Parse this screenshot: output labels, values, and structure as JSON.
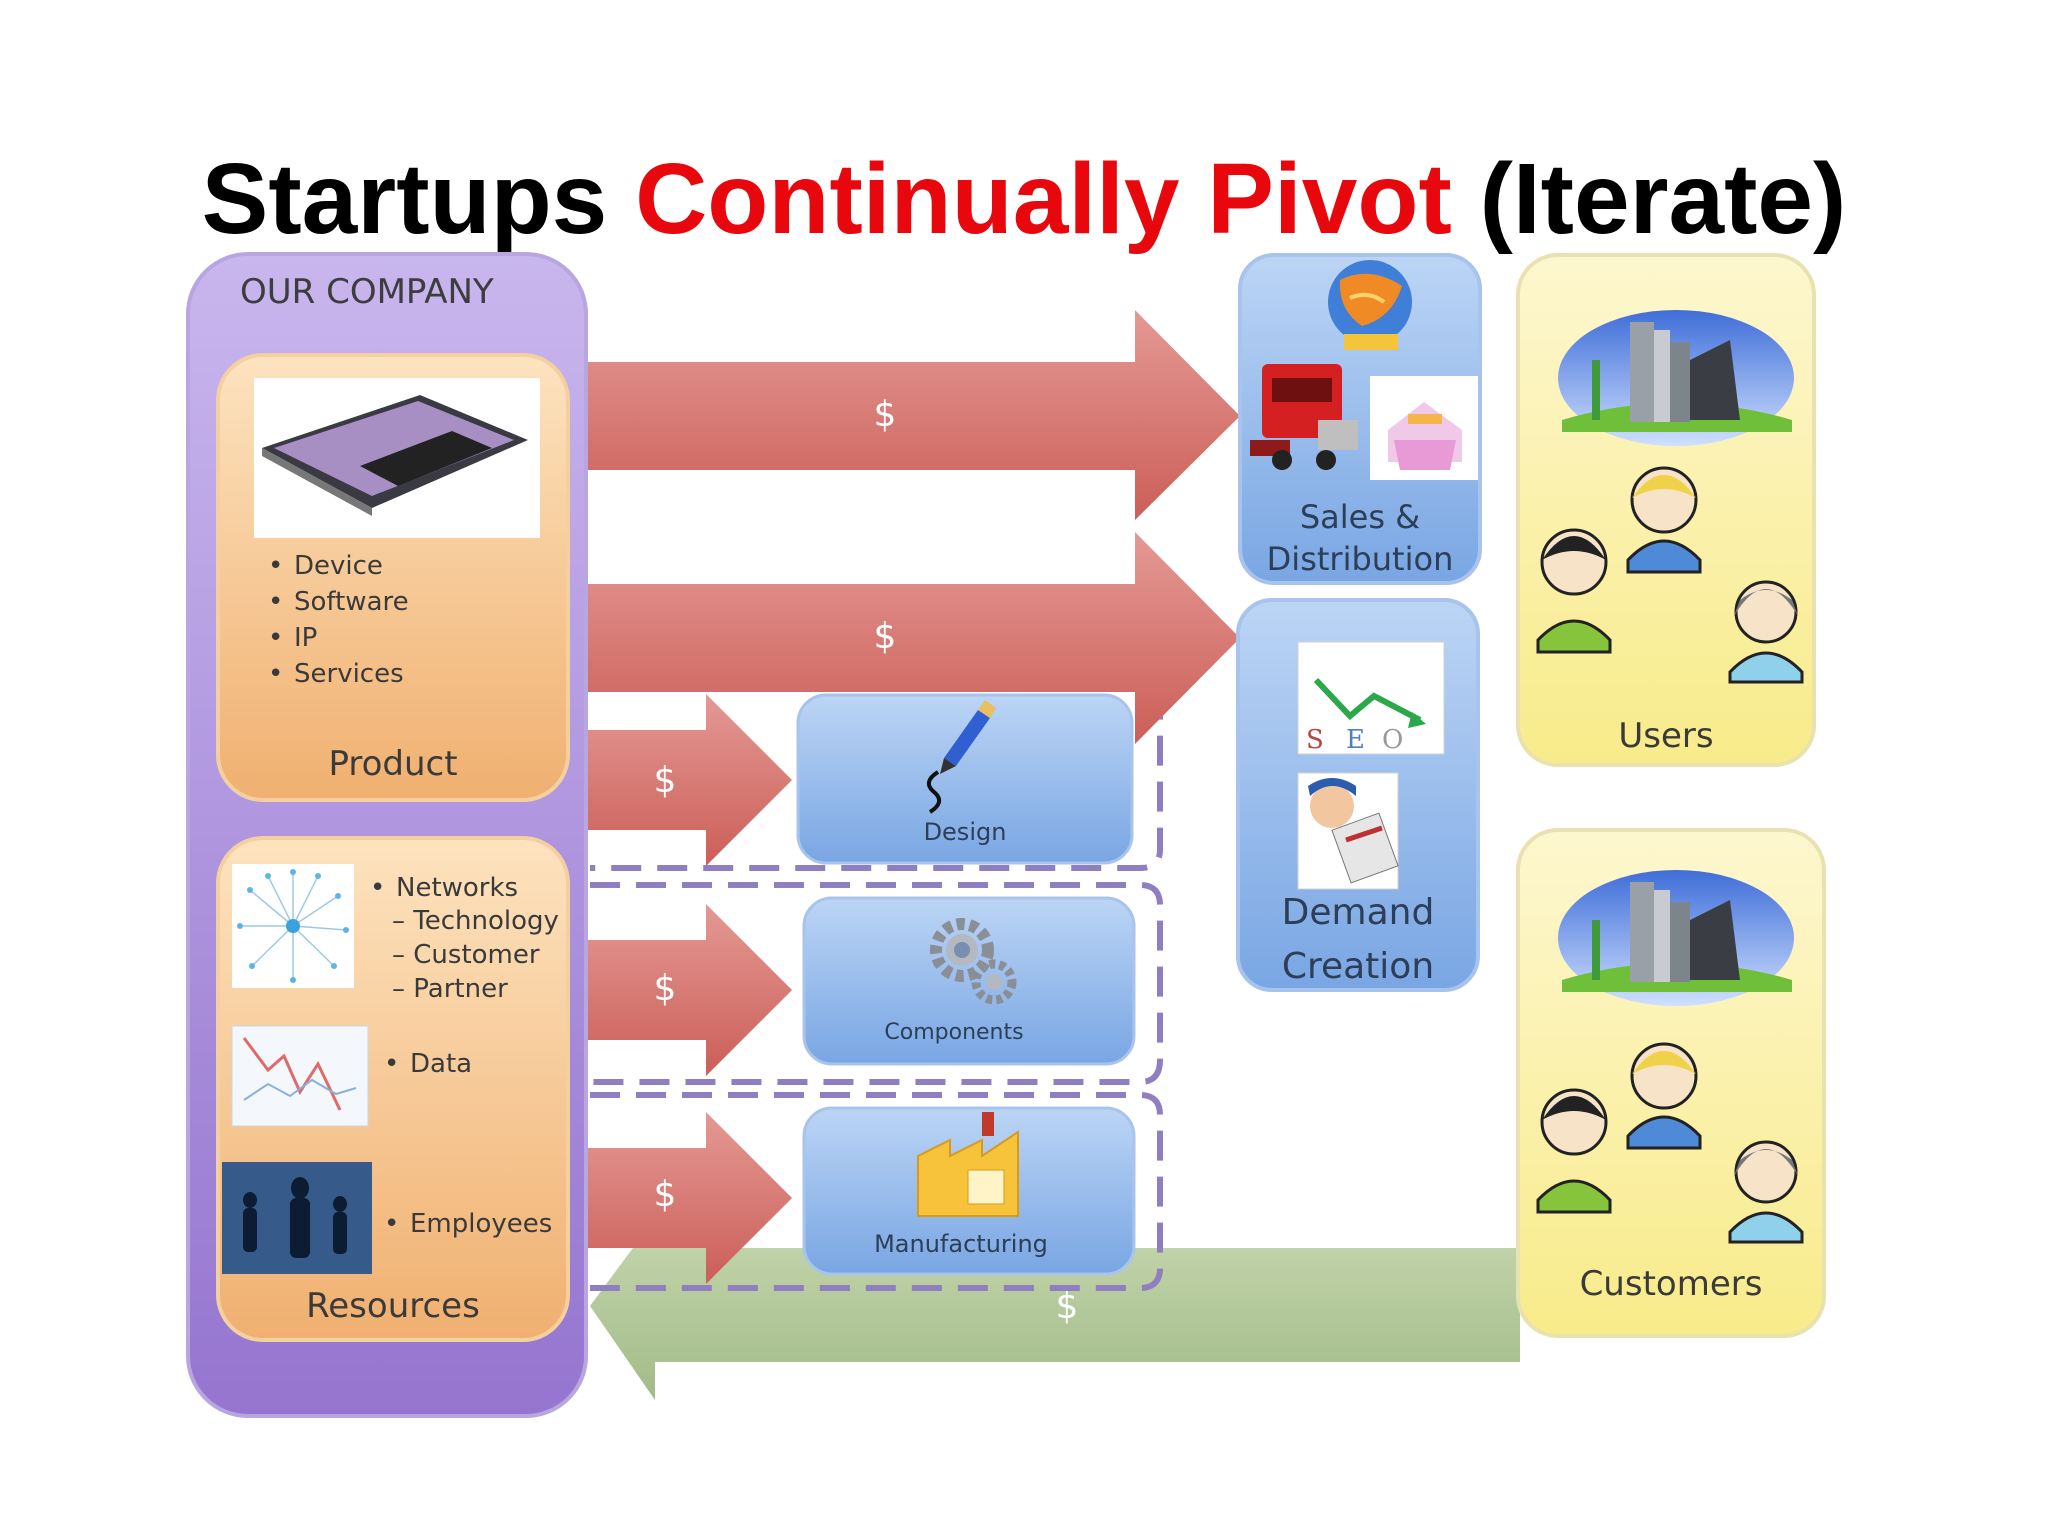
{
  "title": {
    "part1": "Startups ",
    "highlight": "Continually Pivot",
    "part2": " (Iterate)"
  },
  "company": {
    "heading": "OUR COMPANY",
    "product": {
      "label": "Product",
      "bullets": [
        "Device",
        "Software",
        "IP",
        "Services"
      ]
    },
    "resources": {
      "label": "Resources",
      "networks": {
        "label": "Networks",
        "sub": [
          "Technology",
          "Customer",
          "Partner"
        ]
      },
      "data": "Data",
      "employees": "Employees"
    }
  },
  "arrows": {
    "currency": "$"
  },
  "partners": {
    "design": "Design",
    "components": "Components",
    "manufacturing": "Manufacturing"
  },
  "channels": {
    "sales_line1": "Sales &",
    "sales_line2": "Distribution",
    "demand_line1": "Demand",
    "demand_line2": "Creation"
  },
  "markets": {
    "users": "Users",
    "customers": "Customers"
  },
  "icons": [
    "tablet-icon",
    "network-graph-icon",
    "data-chart-icon",
    "employees-photo-icon",
    "pencil-icon",
    "gears-icon",
    "factory-icon",
    "web-globe-icon",
    "truck-icon",
    "store-icon",
    "seo-icon",
    "newspaper-person-icon",
    "city-icon",
    "people-group-icon"
  ],
  "colors": {
    "title_highlight": "#e8070d",
    "company": "#a98fd6",
    "product_box": "#f5c48a",
    "blue_box": "#8cb4e8",
    "market_box": "#fbf2a8",
    "money_arrow": "#d9706a",
    "return_arrow": "#a9c08b"
  }
}
